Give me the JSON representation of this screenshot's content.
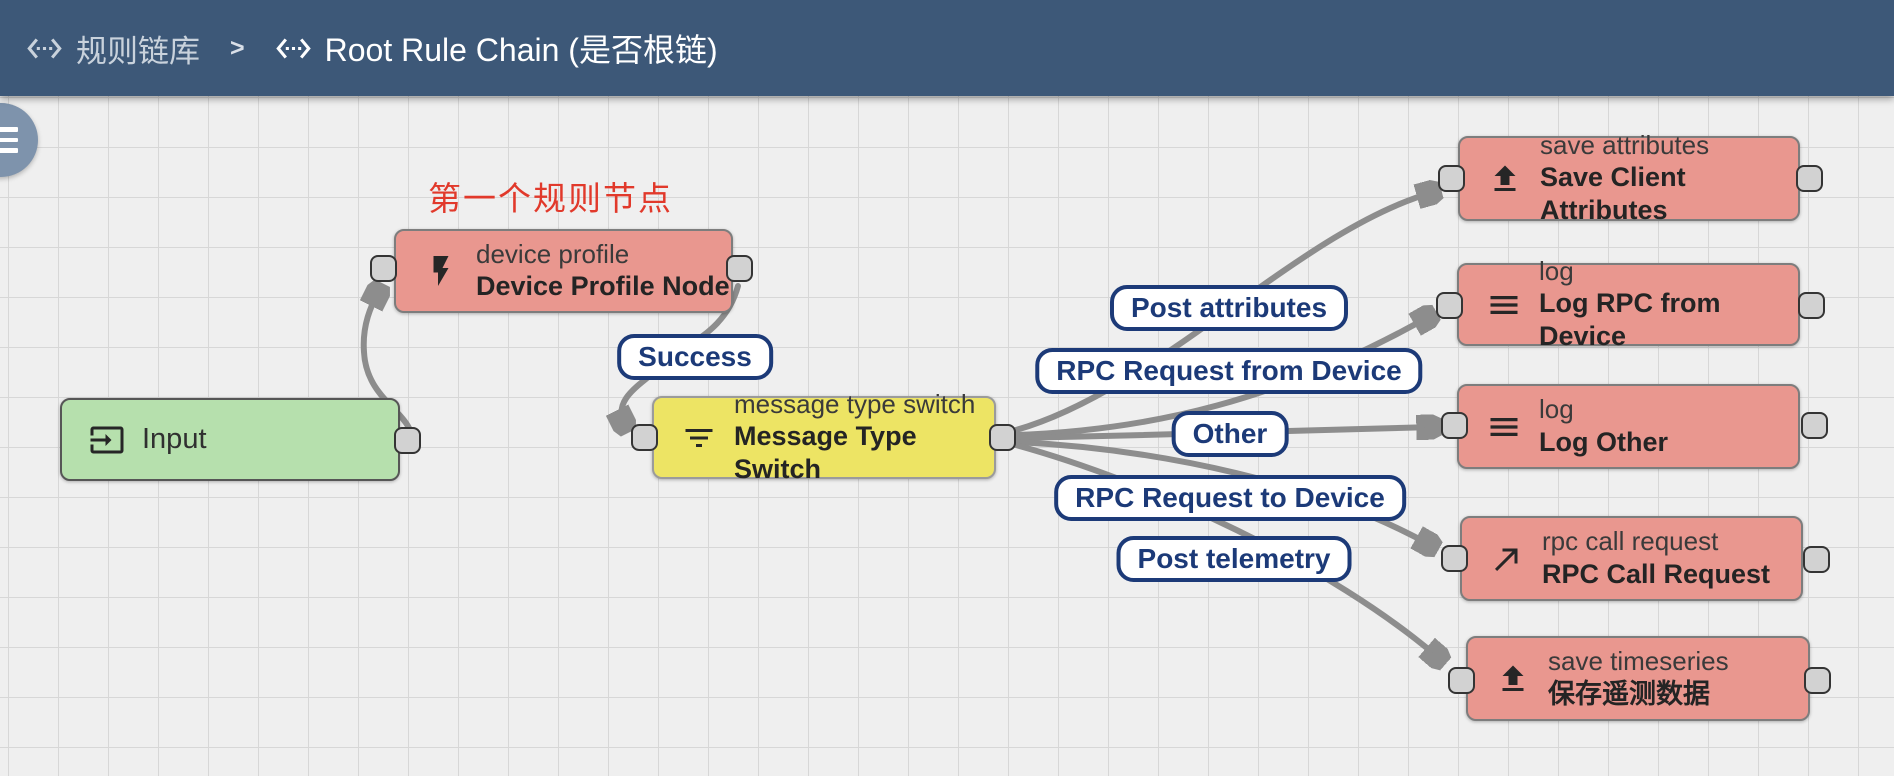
{
  "header": {
    "breadcrumb_library": "规则链库",
    "separator": ">",
    "breadcrumb_current": "Root Rule Chain (是否根链)",
    "library_icon": "rule-chain-icon",
    "current_icon": "rule-chain-icon"
  },
  "menu_button": {
    "icon": "menu-icon"
  },
  "annotation": {
    "text": "第一个规则节点",
    "color": "#e1392b"
  },
  "nodes": {
    "input": {
      "label": "Input",
      "icon": "input-icon",
      "color": "#b6e0ad"
    },
    "device_profile": {
      "title": "device profile",
      "subtitle": "Device Profile Node",
      "icon": "flash-icon",
      "color": "#e9978f"
    },
    "message_type_switch": {
      "title": "message type switch",
      "subtitle": "Message Type Switch",
      "icon": "filter-icon",
      "color": "#ede464"
    },
    "save_attributes": {
      "title": "save attributes",
      "subtitle": "Save Client Attributes",
      "icon": "upload-icon",
      "color": "#e9978f"
    },
    "log_rpc_from_device": {
      "title": "log",
      "subtitle": "Log RPC from Device",
      "icon": "menu-icon",
      "color": "#e9978f"
    },
    "log_other": {
      "title": "log",
      "subtitle": "Log Other",
      "icon": "menu-icon",
      "color": "#e9978f"
    },
    "rpc_call_request": {
      "title": "rpc call request",
      "subtitle": "RPC Call Request",
      "icon": "call-made-icon",
      "color": "#e9978f"
    },
    "save_timeseries": {
      "title": "save timeseries",
      "subtitle": "保存遥测数据",
      "icon": "upload-icon",
      "color": "#e9978f"
    }
  },
  "edge_labels": {
    "success": "Success",
    "post_attributes": "Post attributes",
    "rpc_request_from_device": "RPC Request from Device",
    "other": "Other",
    "rpc_request_to_device": "RPC Request to Device",
    "post_telemetry": "Post telemetry"
  },
  "colors": {
    "header_bg": "#3d5878",
    "canvas_bg": "#efefef",
    "grid_line": "#d7d7d7",
    "edge_gray": "#8d8d8d",
    "label_navy": "#1c3a78",
    "node_green": "#b6e0ad",
    "node_pink": "#e9978f",
    "node_yellow": "#ede464",
    "port_fill": "#d2d2d2",
    "fab_bg": "#7e93ac",
    "annotation_red": "#e1392b"
  }
}
